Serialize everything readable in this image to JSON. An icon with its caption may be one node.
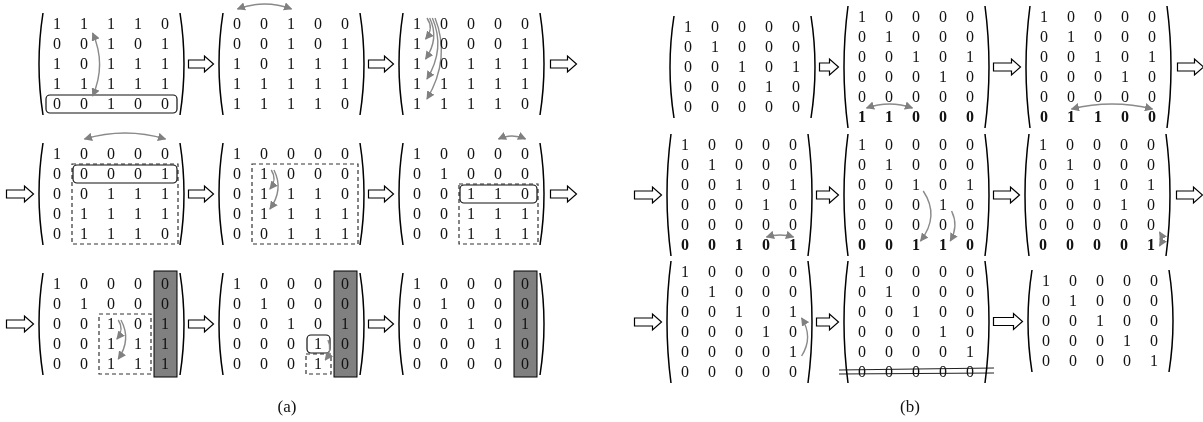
{
  "diagram": {
    "nodes": [
      {
        "text": [
          "1",
          "1",
          "1",
          "1",
          "0",
          "0",
          "0",
          "1",
          "0",
          "1",
          "1",
          "0",
          "1",
          "1",
          "1",
          "1",
          "1",
          "1",
          "1",
          "1",
          "0",
          "0",
          "1",
          "0",
          "0"
        ]
      },
      {
        "text": [
          "0",
          "0",
          "1",
          "0",
          "0",
          "0",
          "0",
          "1",
          "0",
          "1",
          "1",
          "0",
          "1",
          "1",
          "1",
          "1",
          "1",
          "1",
          "1",
          "1",
          "1",
          "1",
          "1",
          "1",
          "0"
        ]
      },
      {
        "text": [
          "1",
          "0",
          "0",
          "0",
          "0",
          "1",
          "0",
          "0",
          "0",
          "1",
          "1",
          "0",
          "1",
          "1",
          "1",
          "1",
          "1",
          "1",
          "1",
          "1",
          "1",
          "1",
          "1",
          "1",
          "0"
        ]
      },
      {
        "text": [
          "1",
          "0",
          "0",
          "0",
          "0",
          "0",
          "0",
          "0",
          "0",
          "1",
          "0",
          "0",
          "1",
          "1",
          "1",
          "0",
          "1",
          "1",
          "1",
          "1",
          "0",
          "1",
          "1",
          "1",
          "0"
        ]
      },
      {
        "text": [
          "1",
          "0",
          "0",
          "0",
          "0",
          "0",
          "1",
          "0",
          "0",
          "0",
          "0",
          "1",
          "1",
          "1",
          "0",
          "0",
          "1",
          "1",
          "1",
          "1",
          "0",
          "0",
          "1",
          "1",
          "1"
        ]
      },
      {
        "text": [
          "1",
          "0",
          "0",
          "0",
          "0",
          "0",
          "1",
          "0",
          "0",
          "0",
          "0",
          "0",
          "1",
          "1",
          "0",
          "0",
          "0",
          "1",
          "1",
          "1",
          "0",
          "0",
          "1",
          "1",
          "1"
        ]
      },
      {
        "text": [
          "1",
          "0",
          "0",
          "0",
          "0",
          "0",
          "1",
          "0",
          "0",
          "0",
          "0",
          "0",
          "1",
          "0",
          "1",
          "0",
          "0",
          "1",
          "1",
          "1",
          "0",
          "0",
          "1",
          "1",
          "1"
        ]
      },
      {
        "text": [
          "1",
          "0",
          "0",
          "0",
          "0",
          "0",
          "1",
          "0",
          "0",
          "0",
          "0",
          "0",
          "1",
          "0",
          "1",
          "0",
          "0",
          "0",
          "1",
          "0",
          "0",
          "0",
          "0",
          "1",
          "0"
        ]
      },
      {
        "text": [
          "1",
          "0",
          "0",
          "0",
          "0",
          "0",
          "1",
          "0",
          "0",
          "0",
          "0",
          "0",
          "1",
          "0",
          "1",
          "0",
          "0",
          "0",
          "1",
          "0",
          "0",
          "0",
          "0",
          "0",
          "0"
        ]
      },
      {
        "text": [
          "1",
          "0",
          "0",
          "0",
          "0",
          "0",
          "1",
          "0",
          "0",
          "0",
          "0",
          "0",
          "1",
          "0",
          "1",
          "0",
          "0",
          "0",
          "1",
          "0",
          "0",
          "0",
          "0",
          "0",
          "0"
        ]
      },
      {
        "text": [
          "1",
          "0",
          "0",
          "0",
          "0",
          "0",
          "1",
          "0",
          "0",
          "0",
          "0",
          "0",
          "1",
          "0",
          "1",
          "0",
          "0",
          "0",
          "1",
          "0",
          "0",
          "0",
          "0",
          "0",
          "0",
          "1",
          "1",
          "0",
          "0",
          "0"
        ]
      },
      {
        "text": [
          "1",
          "0",
          "0",
          "0",
          "0",
          "0",
          "1",
          "0",
          "0",
          "0",
          "0",
          "0",
          "1",
          "0",
          "1",
          "0",
          "0",
          "0",
          "1",
          "0",
          "0",
          "0",
          "0",
          "0",
          "0",
          "0",
          "1",
          "1",
          "0",
          "0"
        ]
      },
      {
        "text": [
          "1",
          "0",
          "0",
          "0",
          "0",
          "0",
          "1",
          "0",
          "0",
          "0",
          "0",
          "0",
          "1",
          "0",
          "1",
          "0",
          "0",
          "0",
          "1",
          "0",
          "0",
          "0",
          "0",
          "0",
          "0",
          "0",
          "0",
          "1",
          "0",
          "1"
        ]
      },
      {
        "text": [
          "1",
          "0",
          "0",
          "0",
          "0",
          "0",
          "1",
          "0",
          "0",
          "0",
          "0",
          "0",
          "1",
          "0",
          "1",
          "0",
          "0",
          "0",
          "1",
          "0",
          "0",
          "0",
          "0",
          "0",
          "0",
          "0",
          "0",
          "1",
          "1",
          "0"
        ]
      },
      {
        "text": [
          "1",
          "0",
          "0",
          "0",
          "0",
          "0",
          "1",
          "0",
          "0",
          "0",
          "0",
          "0",
          "1",
          "0",
          "1",
          "0",
          "0",
          "0",
          "1",
          "0",
          "0",
          "0",
          "0",
          "0",
          "0",
          "0",
          "0",
          "0",
          "0",
          "1"
        ]
      },
      {
        "text": [
          "1",
          "0",
          "0",
          "0",
          "0",
          "0",
          "1",
          "0",
          "0",
          "0",
          "0",
          "0",
          "1",
          "0",
          "1",
          "0",
          "0",
          "0",
          "1",
          "0",
          "0",
          "0",
          "0",
          "0",
          "1",
          "0",
          "0",
          "0",
          "0",
          "0"
        ]
      },
      {
        "text": [
          "1",
          "0",
          "0",
          "0",
          "0",
          "0",
          "1",
          "0",
          "0",
          "0",
          "0",
          "0",
          "1",
          "0",
          "0",
          "0",
          "0",
          "0",
          "1",
          "0",
          "0",
          "0",
          "0",
          "0",
          "1",
          "0",
          "0",
          "0",
          "0",
          "0"
        ]
      },
      {
        "text": [
          "1",
          "0",
          "0",
          "0",
          "0",
          "0",
          "1",
          "0",
          "0",
          "0",
          "0",
          "0",
          "1",
          "0",
          "0",
          "0",
          "0",
          "0",
          "1",
          "0",
          "0",
          "0",
          "0",
          "0",
          "1"
        ]
      }
    ],
    "edges": [
      {
        "from": 0,
        "to": 1,
        "arrow": "to"
      },
      {
        "from": 1,
        "to": 2,
        "arrow": "to"
      },
      {
        "from": 2,
        "to": null,
        "arrow": "to"
      },
      {
        "from": null,
        "to": 3,
        "arrow": "to"
      },
      {
        "from": 3,
        "to": 4,
        "arrow": "to"
      },
      {
        "from": 4,
        "to": 5,
        "arrow": "to"
      },
      {
        "from": 5,
        "to": null,
        "arrow": "to"
      },
      {
        "from": null,
        "to": 6,
        "arrow": "to"
      },
      {
        "from": 6,
        "to": 7,
        "arrow": "to"
      },
      {
        "from": 7,
        "to": 8,
        "arrow": "to"
      },
      {
        "from": 9,
        "to": 10,
        "arrow": "to"
      },
      {
        "from": 10,
        "to": 11,
        "arrow": "to"
      },
      {
        "from": 11,
        "to": null,
        "arrow": "to"
      },
      {
        "from": null,
        "to": 12,
        "arrow": "to"
      },
      {
        "from": 12,
        "to": 13,
        "arrow": "to"
      },
      {
        "from": 13,
        "to": 14,
        "arrow": "to"
      },
      {
        "from": 14,
        "to": null,
        "arrow": "to"
      },
      {
        "from": null,
        "to": 15,
        "arrow": "to"
      },
      {
        "from": 15,
        "to": 16,
        "arrow": "to"
      },
      {
        "from": 16,
        "to": 17,
        "arrow": "to"
      }
    ],
    "labels": [
      "(a)",
      "(b)"
    ]
  }
}
